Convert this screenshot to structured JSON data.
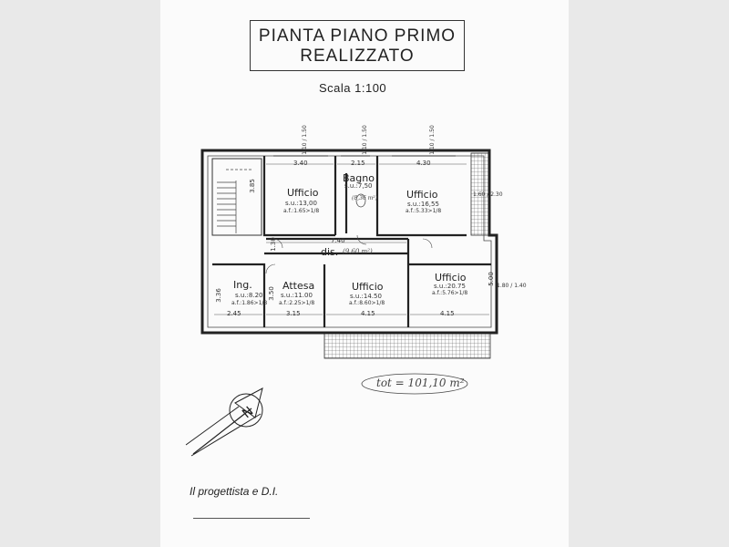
{
  "title": {
    "line1": "PIANTA PIANO PRIMO",
    "line2": "REALIZZATO"
  },
  "scale": "Scala 1:100",
  "rooms": {
    "ufficio_1": {
      "name": "Ufficio",
      "su": "s.u.:13,00",
      "af": "a.f.:1.65>1/8"
    },
    "bagno": {
      "name": "Bagno",
      "su": "s.u.:7,50",
      "note": "(8,36 m²)"
    },
    "ufficio_2": {
      "name": "Ufficio",
      "su": "s.u.:16,55",
      "af": "a.f.:5.33>1/8"
    },
    "dis": {
      "name": "dis.",
      "note": "(9,60 m²)"
    },
    "ing": {
      "name": "Ing.",
      "su": "s.u.:8.20",
      "af": "a.f.:1.86>1/8"
    },
    "attesa": {
      "name": "Attesa",
      "su": "s.u.:11.00",
      "af": "a.f.:2.25>1/8"
    },
    "ufficio_3": {
      "name": "Ufficio",
      "su": "s.u.:14.50",
      "af": "a.f.:8.60>1/8"
    },
    "ufficio_4": {
      "name": "Ufficio",
      "su": "s.u.:20.75",
      "af": "a.f.:5.76>1/8"
    }
  },
  "dimensions": {
    "w340": "3.40",
    "w215": "2.15",
    "w430": "4.30",
    "w740": "7.40",
    "w245": "2.45",
    "w315": "3.15",
    "w415a": "4.15",
    "w415b": "4.15",
    "h385": "3.85",
    "h130": "1.30",
    "h350": "3.50",
    "h336": "3.36",
    "h500": "5.00",
    "win_top1": "1.10 / 1.50",
    "win_top2": "1.10 / 1.50",
    "win_top3": "1.10 / 1.50",
    "win_right1": "1.60 / 2.30",
    "win_right2": "1.80 / 1.40"
  },
  "total": "tot = 101,10 m²",
  "designer": "Il progettista e D.I."
}
